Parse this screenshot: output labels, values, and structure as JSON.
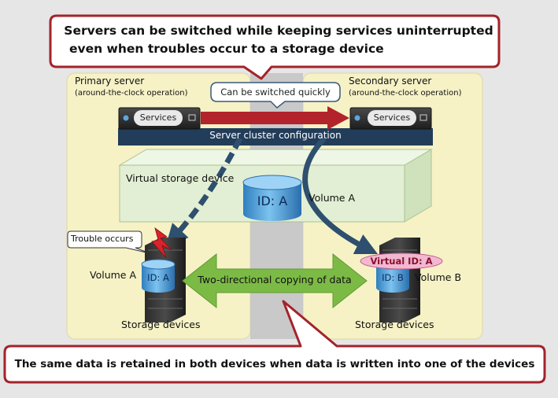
{
  "top_callout": {
    "line1": "Servers can be switched while keeping services uninterrupted",
    "line2": "even when troubles occur to a storage device"
  },
  "primary_server": {
    "title": "Primary server",
    "subtitle": "(around-the-clock operation)",
    "services_label": "Services"
  },
  "secondary_server": {
    "title": "Secondary server",
    "subtitle": "(around-the-clock operation)",
    "services_label": "Services"
  },
  "switch_bubble": "Can be switched quickly",
  "cluster_bar": "Server cluster configuration",
  "virtual_storage": {
    "label": "Virtual storage device",
    "volume_id": "ID: A",
    "volume_label": "Volume A"
  },
  "primary_storage": {
    "trouble_label": "Trouble occurs",
    "volume_label": "Volume A",
    "volume_id": "ID: A",
    "caption": "Storage devices"
  },
  "secondary_storage": {
    "virtual_id": "Virtual ID: A",
    "volume_id": "ID: B",
    "volume_label": "Volume B",
    "caption": "Storage devices"
  },
  "copy_arrow_label": "Two-directional copying of data",
  "bottom_callout": "The same data is retained in both devices when data is written into one of the devices",
  "colors": {
    "callout_border": "#a3232b",
    "panel_fill": "#f6f2c6",
    "cluster_bar": "#223d5a",
    "switch_arrow": "#b3232b",
    "copy_arrow": "#7cba46",
    "path_arrow": "#2e4f6e",
    "cylinder": "#5aa6de",
    "virtual_box": "#e2efd4"
  }
}
